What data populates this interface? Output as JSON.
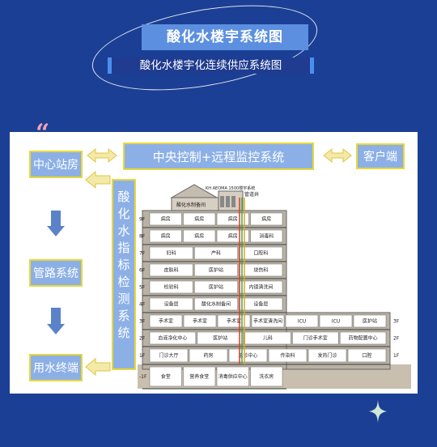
{
  "title": "酸化水楼宇系统图",
  "subtitle": "酸化水楼宇化连续供应系统图",
  "nodes": {
    "central_station": "中心站房",
    "pipe_system": "管路系统",
    "water_terminal": "用水终端",
    "central_control": "中央控制+远程监控系统",
    "client": "客户端",
    "monitor": "酸化水指标检测系统"
  },
  "building": {
    "roof_text": "酸化水制备间",
    "roof_label": "管道井",
    "banner": "KH AEOMA 1500楼宇系统",
    "floors": [
      {
        "label": "9F",
        "rooms": [
          "病房",
          "病房",
          "病房",
          "病房"
        ]
      },
      {
        "label": "8F",
        "rooms": [
          "病房",
          "病房",
          "病房",
          "消毒科"
        ]
      },
      {
        "label": "7F",
        "rooms": [
          "妇科",
          "产科",
          "口腔科"
        ]
      },
      {
        "label": "6F",
        "rooms": [
          "皮肤科",
          "医护站",
          "烧伤科"
        ]
      },
      {
        "label": "5F",
        "rooms": [
          "检验科",
          "医护站",
          "内镜清洗间"
        ]
      },
      {
        "label": "4F",
        "rooms": [
          "设备层",
          "酸化水制备间",
          "设备层"
        ]
      },
      {
        "label": "3F",
        "rooms": [
          "手术室",
          "手术室",
          "手术室",
          "手术室清洗间",
          "ICU",
          "ICU",
          "医护站"
        ]
      },
      {
        "label": "2F",
        "rooms": [
          "血液净化中心",
          "医护站",
          "儿科",
          "门诊手术室",
          "药物配置中心"
        ]
      },
      {
        "label": "1F",
        "rooms": [
          "门诊大厅",
          "药房",
          "急诊中心",
          "传染科",
          "发热门诊",
          "口腔"
        ]
      },
      {
        "label": "-1F",
        "rooms": [
          "食堂",
          "营养食堂",
          "消毒供应中心",
          "洗衣房"
        ]
      }
    ],
    "right_floor_labels": [
      "3F",
      "2F",
      "1F"
    ]
  }
}
